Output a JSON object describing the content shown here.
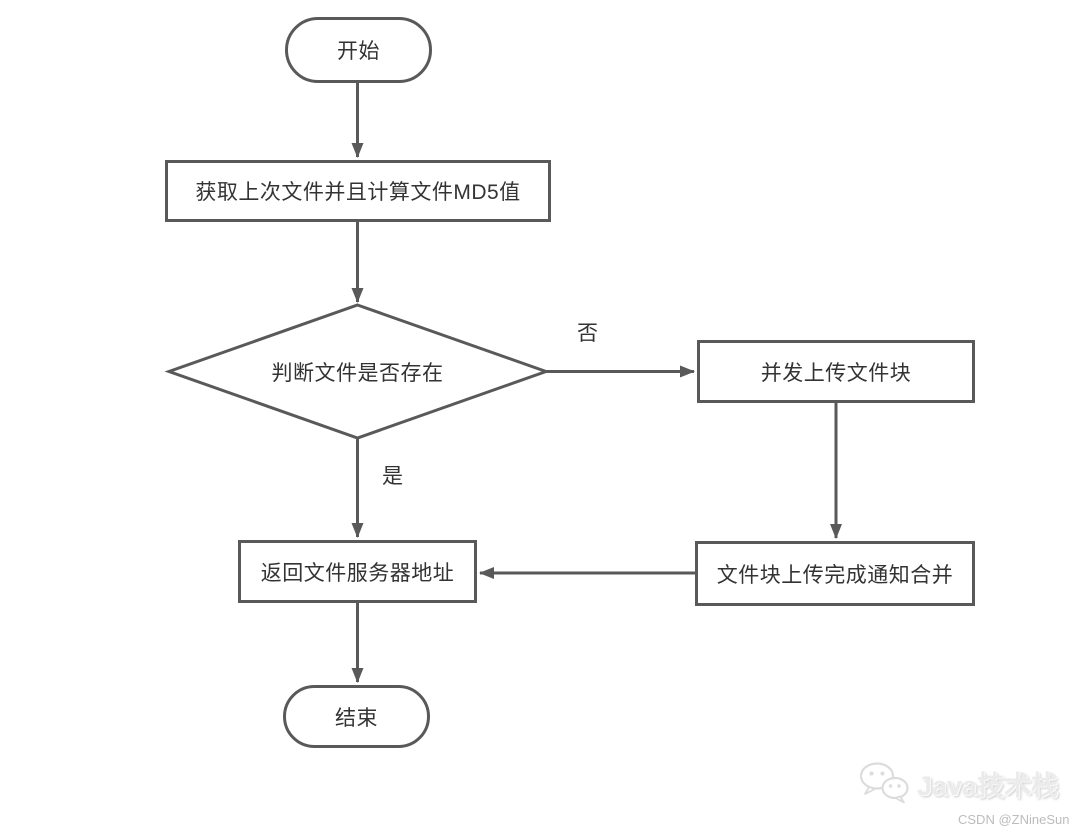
{
  "diagram": {
    "title": "file-upload-md5-flowchart",
    "colors": {
      "stroke": "#595959",
      "node_fill": "#ffffff",
      "text": "#333333",
      "background": "#ffffff",
      "watermark_text": "#ebebeb",
      "credit_text": "#bcbcbc"
    },
    "nodes": [
      {
        "id": "start",
        "type": "terminator",
        "label": "开始"
      },
      {
        "id": "compute-md5",
        "type": "process",
        "label": "获取上次文件并且计算文件MD5值"
      },
      {
        "id": "check-file-exists",
        "type": "decision",
        "label": "判断文件是否存在"
      },
      {
        "id": "concurrent-upload-chunks",
        "type": "process",
        "label": "并发上传文件块"
      },
      {
        "id": "return-file-server-address",
        "type": "process",
        "label": "返回文件服务器地址"
      },
      {
        "id": "chunks-uploaded-notify-merge",
        "type": "process",
        "label": "文件块上传完成通知合并"
      },
      {
        "id": "end",
        "type": "terminator",
        "label": "结束"
      }
    ],
    "edges": [
      {
        "from": "start",
        "to": "compute-md5",
        "label": ""
      },
      {
        "from": "compute-md5",
        "to": "check-file-exists",
        "label": ""
      },
      {
        "from": "check-file-exists",
        "to": "concurrent-upload-chunks",
        "label": "否"
      },
      {
        "from": "check-file-exists",
        "to": "return-file-server-address",
        "label": "是"
      },
      {
        "from": "concurrent-upload-chunks",
        "to": "chunks-uploaded-notify-merge",
        "label": ""
      },
      {
        "from": "chunks-uploaded-notify-merge",
        "to": "return-file-server-address",
        "label": ""
      },
      {
        "from": "return-file-server-address",
        "to": "end",
        "label": ""
      }
    ]
  },
  "watermark": {
    "icon": "wechat-icon",
    "brand": "Java技术栈",
    "credit": "CSDN @ZNineSun"
  }
}
